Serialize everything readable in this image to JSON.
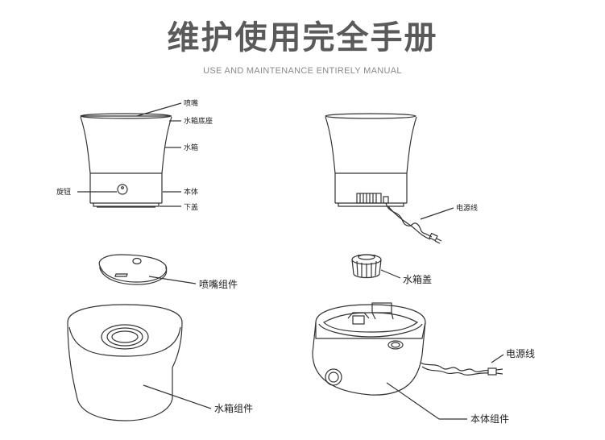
{
  "header": {
    "title": "维护使用完全手册",
    "subtitle": "USE AND MAINTENANCE ENTIRELY MANUAL"
  },
  "front_view_labels": {
    "nozzle": "喷嘴",
    "tank_base": "水箱底座",
    "water_tank": "水箱",
    "knob": "旋钮",
    "main_body": "本体",
    "bottom_cover": "下盖"
  },
  "rear_view_labels": {
    "power_cord": "电源线"
  },
  "exploded_labels": {
    "nozzle_assembly": "喷嘴组件",
    "tank_cap": "水箱盖",
    "tank_assembly": "水箱组件",
    "power_cord": "电源线",
    "body_assembly": "本体组件"
  },
  "colors": {
    "title": "#5a5a5a",
    "line": "#333333",
    "text": "#222222"
  }
}
